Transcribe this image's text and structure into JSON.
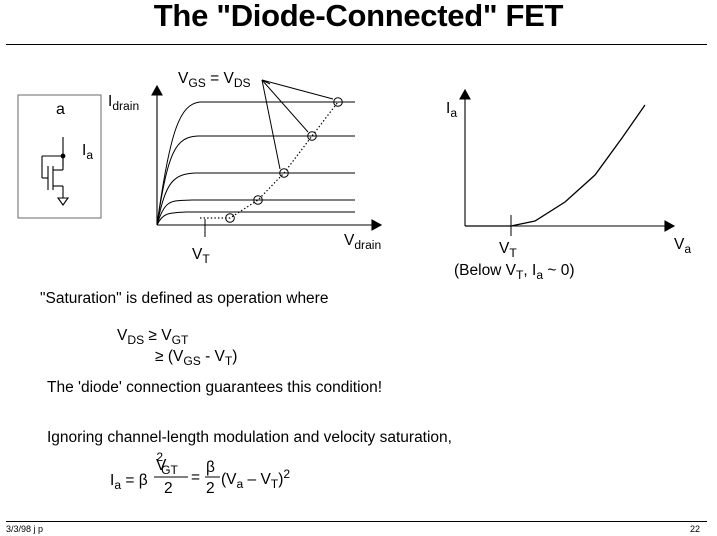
{
  "title": "The \"Diode-Connected\" FET",
  "footer": {
    "left": "3/3/98 j p",
    "right": "22"
  },
  "left_plot": {
    "vgs_eq_vds": {
      "a": "V",
      "a_sub": "GS",
      "eq": " = V",
      "b_sub": "DS"
    },
    "y_axis": {
      "main": "I",
      "sub": "drain"
    },
    "x_axis": {
      "main": "V",
      "sub": "drain"
    },
    "vt": {
      "main": "V",
      "sub": "T"
    }
  },
  "schematic": {
    "node": "a",
    "current": {
      "main": "I",
      "sub": "a"
    }
  },
  "right_plot": {
    "y_axis": {
      "main": "I",
      "sub": "a"
    },
    "x_axis": {
      "main": "V",
      "sub": "a"
    },
    "vt": {
      "main": "V",
      "sub": "T"
    },
    "note": {
      "p1": "(Below V",
      "s1": "T",
      "p2": ", I",
      "s2": "a",
      "p3": " ~ 0)"
    }
  },
  "text": {
    "saturation": "\"Saturation\" is defined as operation where",
    "cond1": {
      "v": "V",
      "vs": "DS",
      "op": " ≥ V",
      "gs": "GT"
    },
    "cond2": {
      "op": "≥ (V",
      "s1": "GS",
      "mid": " - V",
      "s2": "T",
      "end": ")"
    },
    "guarantee": "The 'diode' connection guarantees this condition!",
    "ignoring": "Ignoring channel-length modulation and velocity saturation,"
  },
  "formula": {
    "lhs": "I",
    "lhs_sub": "a",
    "eq1": " = β",
    "num1": "V",
    "num1_sub": "GT",
    "num1_sup": "2",
    "den1": "2",
    "eq2": "=",
    "num2": "β",
    "den2": "2",
    "paren_open": "(V",
    "va_sub": "a",
    "minus": " – V",
    "vt_sub": "T",
    "paren_close": ")",
    "sq": "2"
  }
}
